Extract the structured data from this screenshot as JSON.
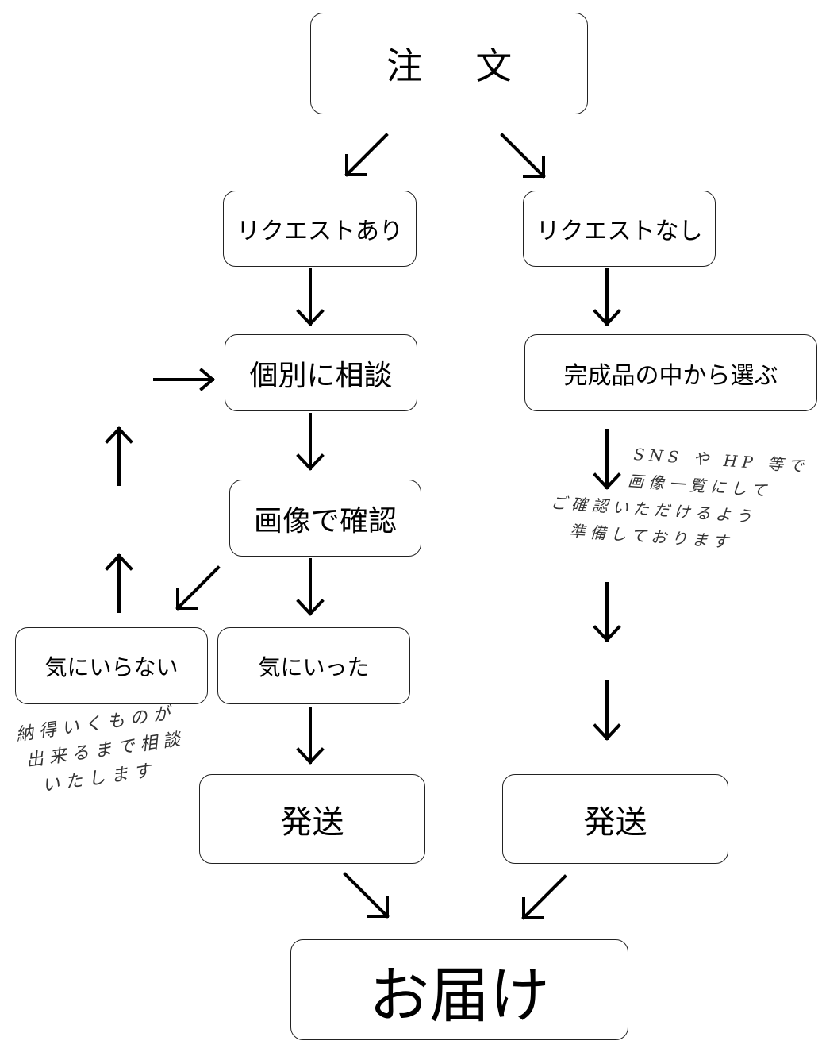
{
  "nodes": {
    "order": "注 文",
    "request_yes": "リクエストあり",
    "request_no": "リクエストなし",
    "consult": "個別に相談",
    "choose_finished": "完成品の中から選ぶ",
    "confirm_image": "画像で確認",
    "not_liked": "気にいらない",
    "liked": "気にいった",
    "ship_left": "発送",
    "ship_right": "発送",
    "delivery": "お届け"
  },
  "notes": {
    "left": [
      "納得いくものが",
      "出来るまで相談",
      "いたします"
    ],
    "right": [
      "SNS や HP 等で",
      "画像一覧にして",
      "ご確認いただけるよう",
      "準備しております"
    ]
  }
}
